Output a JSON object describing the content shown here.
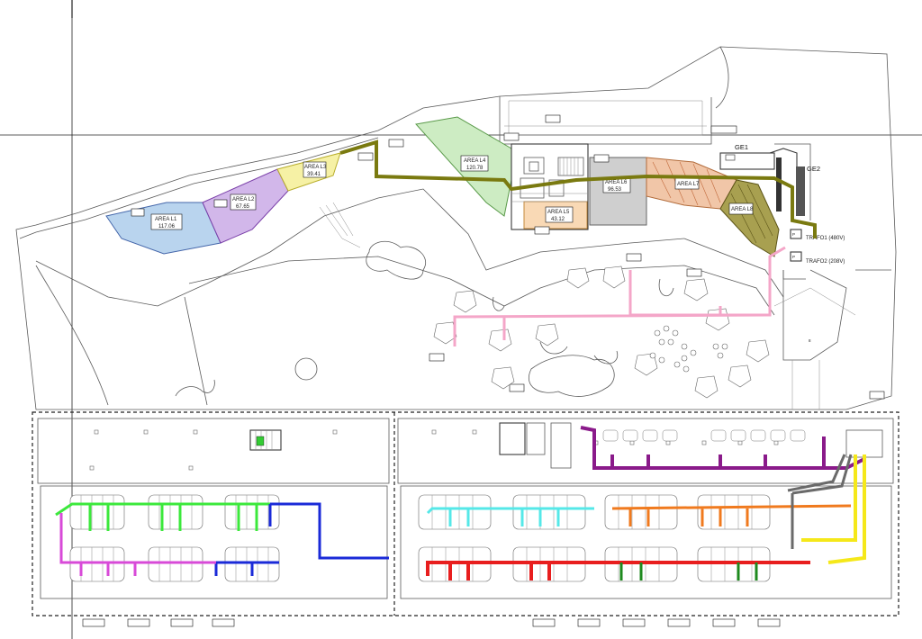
{
  "areas": [
    {
      "id": "l1",
      "name": "AREA L1",
      "value": "117.06",
      "fill": "#b9d4ee",
      "stroke": "#4466aa"
    },
    {
      "id": "l2",
      "name": "AREA L2",
      "value": "67.65",
      "fill": "#d2b7ea",
      "stroke": "#7a3fa8"
    },
    {
      "id": "l3",
      "name": "AREA L3",
      "value": "39.41",
      "fill": "#f6f1a5",
      "stroke": "#b8ad2a"
    },
    {
      "id": "l4",
      "name": "AREA L4",
      "value": "120.78",
      "fill": "#cdecc3",
      "stroke": "#5a9a4a"
    },
    {
      "id": "l5",
      "name": "AREA L5",
      "value": "43.12",
      "fill": "#f9d9b5",
      "stroke": "#c48a3e"
    },
    {
      "id": "l6",
      "name": "AREA L6",
      "value": "96.53",
      "fill": "#cfcfcf",
      "stroke": "#666666"
    },
    {
      "id": "l7",
      "name": "AREA L7",
      "value": "",
      "fill": "#f1c6a8",
      "stroke": "#b26b3a"
    },
    {
      "id": "l8",
      "name": "AREA L8",
      "value": "",
      "fill": "#a8a050",
      "stroke": "#5c5418"
    }
  ],
  "equipment": {
    "ge1": "GE1",
    "ge2": "GE2",
    "trafo1": "TRAFO1 (480V)",
    "trafo2": "TRAFO2 (208V)"
  },
  "circuits": [
    {
      "name": "feeder-olive",
      "color": "#7a7a10"
    },
    {
      "name": "feeder-pink",
      "color": "#f4a6c8"
    },
    {
      "name": "feeder-green",
      "color": "#3ce83c"
    },
    {
      "name": "feeder-blue",
      "color": "#1a2ad8"
    },
    {
      "name": "feeder-magenta",
      "color": "#d84ad8"
    },
    {
      "name": "feeder-cyan",
      "color": "#55e8e8"
    },
    {
      "name": "feeder-orange",
      "color": "#f07a1e"
    },
    {
      "name": "feeder-red",
      "color": "#e81e1e"
    },
    {
      "name": "feeder-purple",
      "color": "#8a1a8a"
    },
    {
      "name": "feeder-yellow",
      "color": "#f5e81a"
    },
    {
      "name": "feeder-darkgreen",
      "color": "#1e8a1e"
    }
  ]
}
